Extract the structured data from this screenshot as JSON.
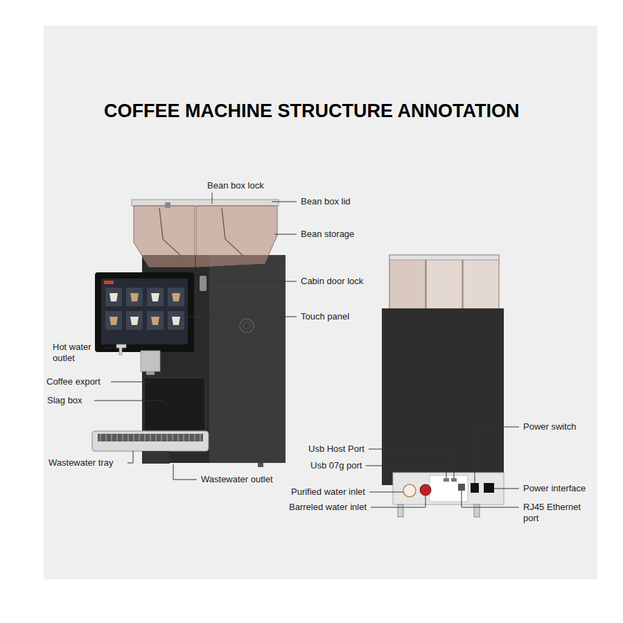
{
  "diagram": {
    "title": "COFFEE MACHINE STRUCTURE ANNOTATION",
    "labels": [
      "Bean box lock",
      "Bean box lid",
      "Bean storage",
      "Cabin door lock",
      "Touch panel",
      "Hot water outlet",
      "Coffee export",
      "Slag box",
      "Wastewater tray",
      "Wastewater outlet",
      "Power switch",
      "Usb Host Port",
      "Usb 07g port",
      "Power interface",
      "Purified water inlet",
      "Barreled water inlet",
      "RJ45 Ethernet port"
    ]
  }
}
